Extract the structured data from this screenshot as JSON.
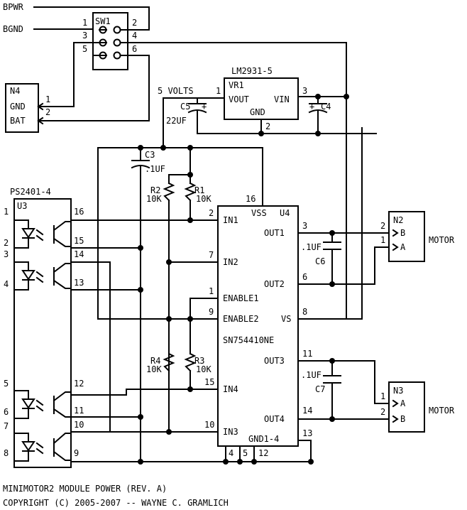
{
  "title": "MINIMOTOR2 MODULE POWER (REV. A)",
  "copyright": "COPYRIGHT (C) 2005-2007 -- WAYNE C. GRAMLICH",
  "nets": {
    "bpwr": "BPWR",
    "bgnd": "BGND",
    "five_volts": "5 VOLTS"
  },
  "sw1": {
    "name": "SW1",
    "pins": [
      "1",
      "2",
      "3",
      "4",
      "5",
      "6"
    ]
  },
  "n4": {
    "name": "N4",
    "gnd": "GND",
    "bat": "BAT",
    "pins": [
      "1",
      "2"
    ]
  },
  "vr1": {
    "part": "LM2931-5",
    "name": "VR1",
    "vout": "VOUT",
    "vin": "VIN",
    "gnd": "GND",
    "pins": [
      "1",
      "3",
      "2"
    ]
  },
  "c5": {
    "name": "C5",
    "value": "22UF",
    "plus": "+"
  },
  "c4": {
    "name": "C4",
    "plus": "+"
  },
  "c3": {
    "name": "C3",
    "value": ".1UF"
  },
  "c6": {
    "name": "C6",
    "value": ".1UF"
  },
  "c7": {
    "name": "C7",
    "value": ".1UF"
  },
  "r1": {
    "name": "R1",
    "value": "10K"
  },
  "r2": {
    "name": "R2",
    "value": "10K"
  },
  "r3": {
    "name": "R3",
    "value": "10K"
  },
  "r4": {
    "name": "R4",
    "value": "10K"
  },
  "u3": {
    "part": "PS2401-4",
    "name": "U3",
    "left_pins": [
      "1",
      "2",
      "3",
      "4",
      "5",
      "6",
      "7",
      "8"
    ],
    "right_pins": [
      "16",
      "15",
      "14",
      "13",
      "12",
      "11",
      "10",
      "9"
    ]
  },
  "u4": {
    "name": "U4",
    "part": "SN754410NE",
    "vss": "VSS",
    "vs": "VS",
    "in1": "IN1",
    "in2": "IN2",
    "enable1": "ENABLE1",
    "enable2": "ENABLE2",
    "in3": "IN3",
    "in4": "IN4",
    "out1": "OUT1",
    "out2": "OUT2",
    "out3": "OUT3",
    "out4": "OUT4",
    "gnd": "GND1-4",
    "pins": {
      "vss": "16",
      "in1": "2",
      "in2": "7",
      "en1": "1",
      "en2": "9",
      "in4": "15",
      "in3": "10",
      "out1": "3",
      "out2": "6",
      "vs": "8",
      "out3": "11",
      "out4": "14",
      "gnd_side": "13",
      "gnd_bottom": [
        "4",
        "5",
        "12"
      ]
    }
  },
  "n2": {
    "name": "N2",
    "b": "B",
    "a": "A",
    "pins": [
      "2",
      "1"
    ],
    "label": "MOTOR"
  },
  "n3": {
    "name": "N3",
    "a": "A",
    "b": "B",
    "pins": [
      "1",
      "2"
    ],
    "label": "MOTOR"
  }
}
